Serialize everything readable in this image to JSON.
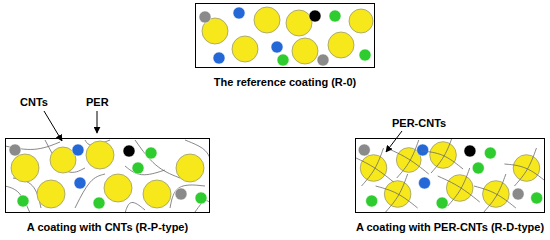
{
  "diagram": {
    "nodes": [
      {
        "text": [
          "The reference coating (R-0)"
        ]
      },
      {
        "text": [
          "A coating with CNTs (R-P-type)"
        ]
      },
      {
        "text": [
          "A coating with PER-CNTs (R-D-type)"
        ]
      }
    ],
    "labels": [
      "CNTs",
      "PER",
      "PER-CNTs"
    ]
  }
}
